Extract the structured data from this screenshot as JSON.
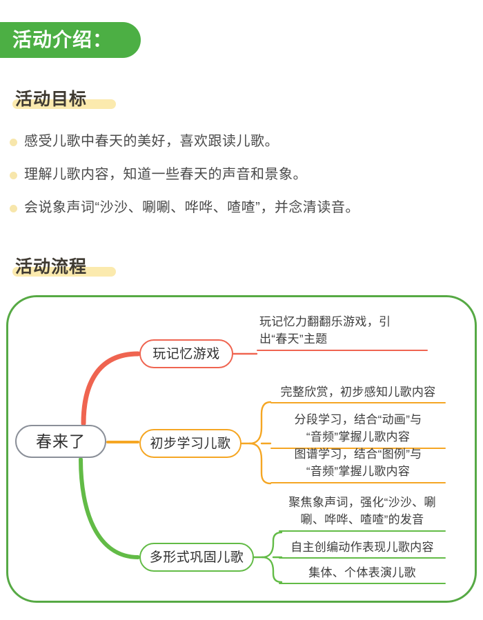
{
  "banner": {
    "title": "活动介绍：",
    "color": "#4caf44"
  },
  "sections": [
    {
      "heading": "活动目标",
      "highlight_color": "#fbeaae"
    },
    {
      "heading": "活动流程",
      "highlight_color": "#fbeaae"
    }
  ],
  "objectives": {
    "bullet_color": "#f7e6ab",
    "items": [
      "感受儿歌中春天的美好，喜欢跟读儿歌。",
      "理解儿歌内容，知道一些春天的声音和景象。",
      "会说象声词“沙沙、唰唰、哗哗、喳喳”，并念清读音。"
    ]
  },
  "mindmap": {
    "container_color": "#56a944",
    "root": {
      "label": "春来了",
      "border_color": "#8a8f98"
    },
    "branches": [
      {
        "label": "玩记忆游戏",
        "color": "#ef6450",
        "leaves": [
          {
            "line1": "玩记忆力翻翻乐游戏，引",
            "line2": "出“春天”主题"
          }
        ]
      },
      {
        "label": "初步学习儿歌",
        "color": "#f5a623",
        "leaves": [
          {
            "line1": "完整欣赏，初步感知儿歌内容",
            "line2": ""
          },
          {
            "line1": "分段学习，结合“动画”与",
            "line2": "“音频”掌握儿歌内容"
          },
          {
            "line1": "图谱学习，结合“图例”与",
            "line2": "“音频”掌握儿歌内容"
          }
        ]
      },
      {
        "label": "多形式巩固儿歌",
        "color": "#62bb46",
        "leaves": [
          {
            "line1": "聚焦象声词，强化“沙沙、唰",
            "line2": "唰、哗哗、喳喳”的发音"
          },
          {
            "line1": "自主创编动作表现儿歌内容",
            "line2": ""
          },
          {
            "line1": "集体、个体表演儿歌",
            "line2": ""
          }
        ]
      }
    ]
  }
}
